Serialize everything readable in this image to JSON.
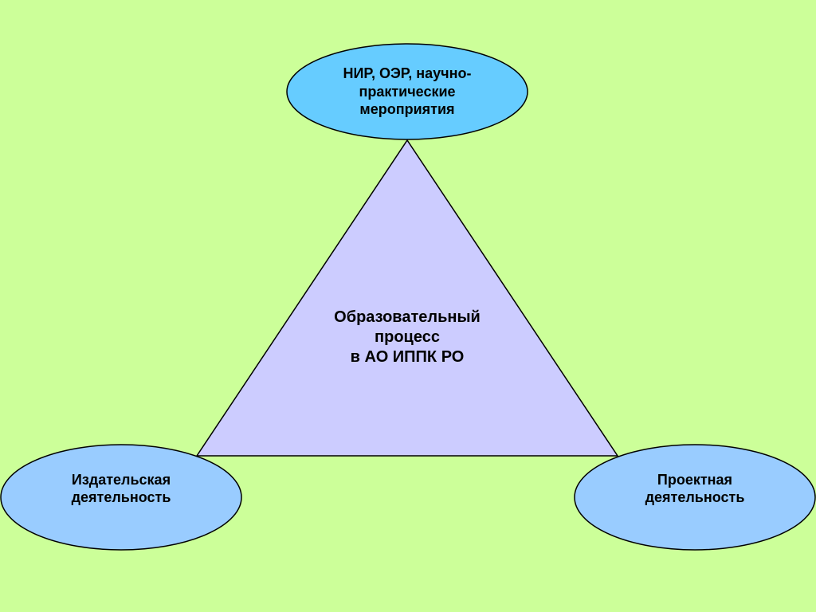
{
  "colors": {
    "background": "#ccff99",
    "triangle_fill": "#ccccff",
    "oval_fill_top": "#66ccff",
    "oval_fill_bottom": "#99ccff",
    "outline": "#000000"
  },
  "center": {
    "lines": [
      "Образовательный",
      "процесс",
      "в АО ИППК РО"
    ]
  },
  "nodes": {
    "top": {
      "lines": [
        "НИР, ОЭР, научно-",
        "практические",
        "мероприятия"
      ]
    },
    "left": {
      "lines": [
        "Издательская",
        "деятельность"
      ]
    },
    "right": {
      "lines": [
        "Проектная",
        "деятельность"
      ]
    }
  }
}
